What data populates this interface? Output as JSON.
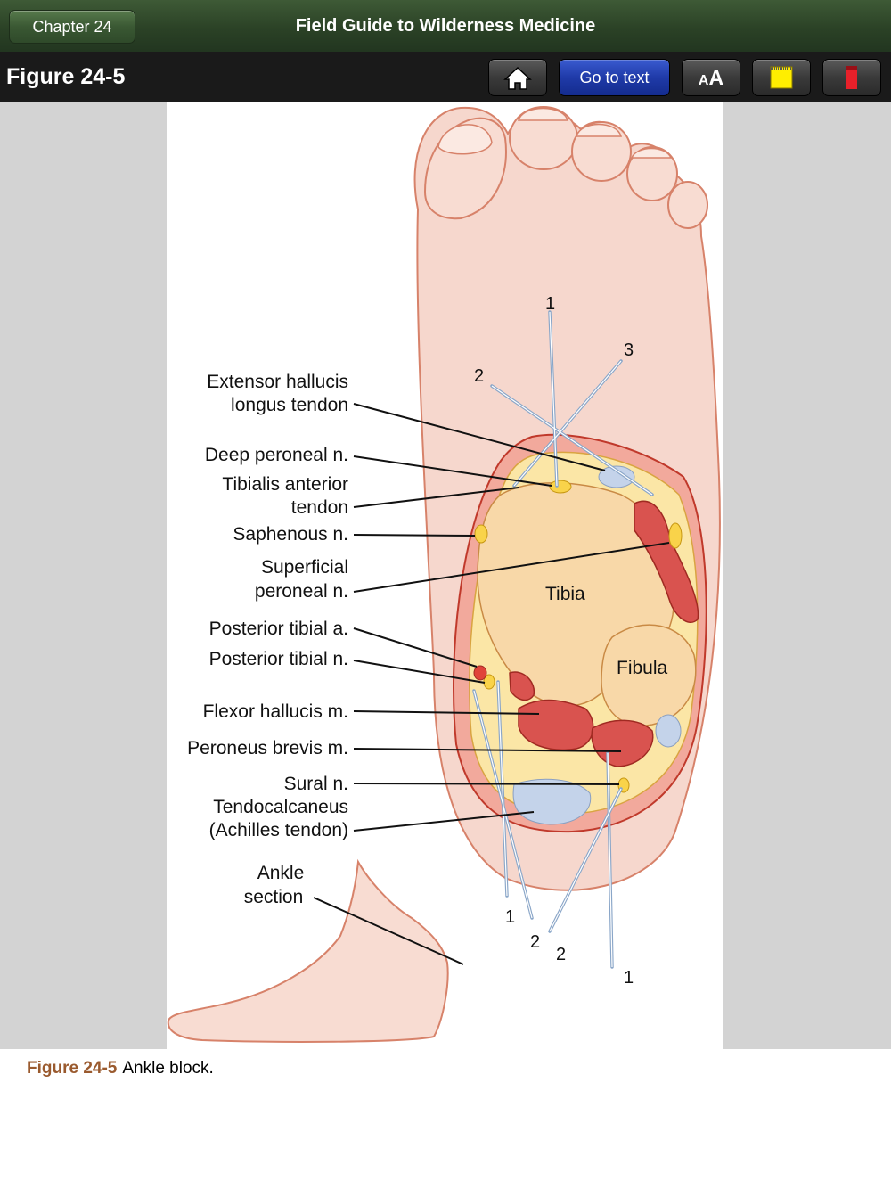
{
  "nav": {
    "chapter_button": "Chapter 24",
    "app_title": "Field Guide to Wilderness Medicine"
  },
  "toolbar": {
    "figure_title": "Figure 24-5",
    "go_to_text": "Go to text",
    "text_size_small": "A",
    "text_size_large": "A",
    "home_icon": "home-icon",
    "note_icon": "note-icon",
    "bookmark_icon": "bookmark-icon",
    "note_color": "#ffee00",
    "bookmark_color": "#e8202a"
  },
  "figure": {
    "labels": {
      "extensor_1": "Extensor hallucis",
      "extensor_2": "longus tendon",
      "deep_peroneal": "Deep peroneal n.",
      "tibialis_1": "Tibialis anterior",
      "tibialis_2": "tendon",
      "saphenous": "Saphenous n.",
      "superficial_1": "Superficial",
      "superficial_2": "peroneal n.",
      "post_tibial_a": "Posterior tibial a.",
      "post_tibial_n": "Posterior tibial n.",
      "flexor": "Flexor hallucis m.",
      "peroneus": "Peroneus brevis m.",
      "sural": "Sural n.",
      "tendo_1": "Tendocalcaneus",
      "tendo_2": "(Achilles tendon)",
      "ankle_1": "Ankle",
      "ankle_2": "section",
      "tibia": "Tibia",
      "fibula": "Fibula"
    },
    "needle_numbers": {
      "top_1": "1",
      "top_2": "2",
      "top_3": "3",
      "bottom_1a": "1",
      "bottom_2a": "2",
      "bottom_2b": "2",
      "bottom_1b": "1"
    }
  },
  "caption": {
    "number": "Figure 24-5",
    "text": "Ankle block."
  }
}
